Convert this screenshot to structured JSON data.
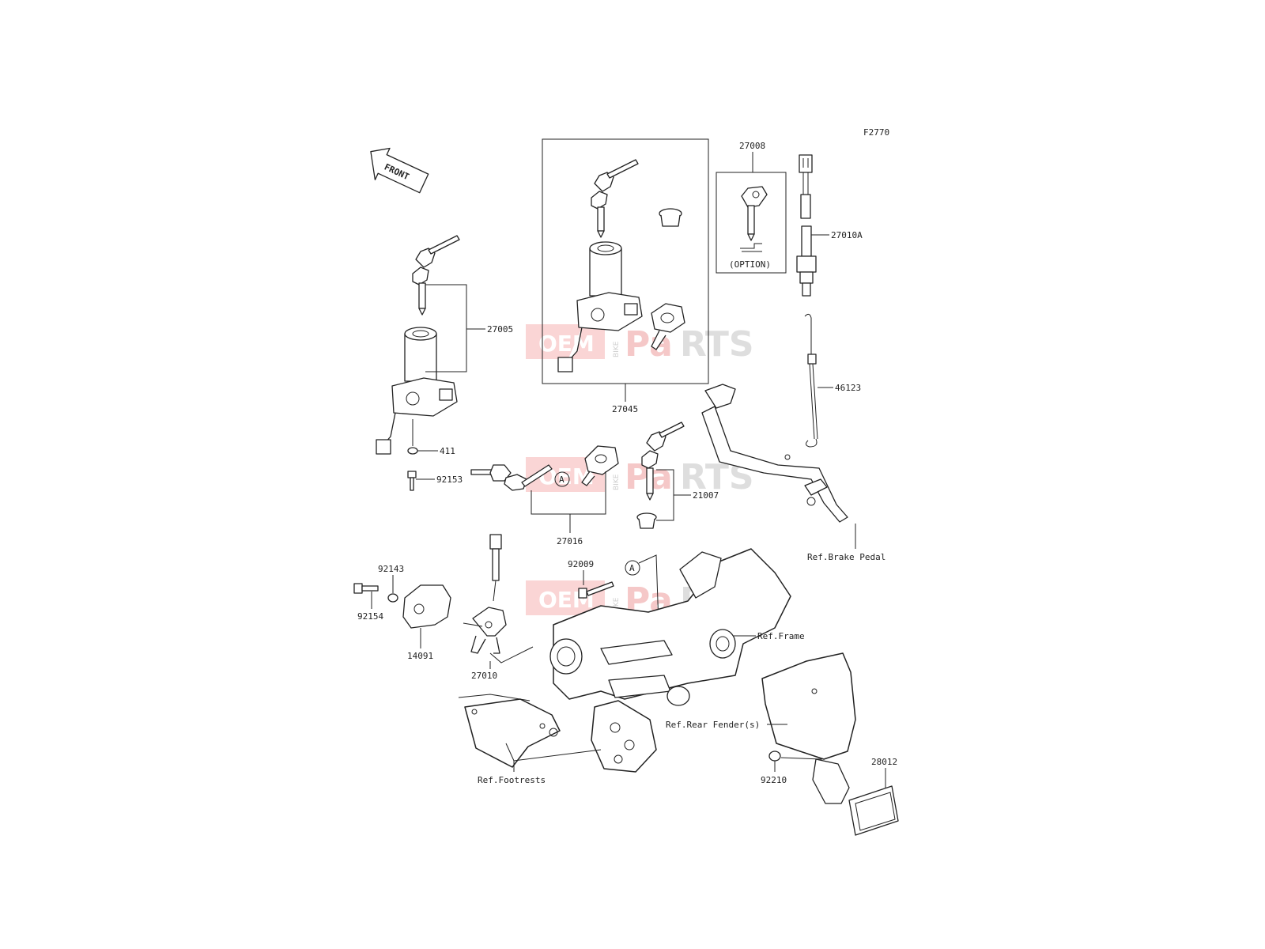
{
  "diagram": {
    "code": "F2770",
    "front_label": "FRONT",
    "option_label": "(OPTION)",
    "callout_letter": "A",
    "watermark": {
      "oem": "OEM",
      "bike": "BIKE",
      "pa": "Pa",
      "rts": "RTS"
    },
    "parts": {
      "p27005": "27005",
      "p27045": "27045",
      "p27008": "27008",
      "p27010A": "27010A",
      "p46123": "46123",
      "p411": "411",
      "p92153": "92153",
      "p27016": "27016",
      "p21007": "21007",
      "p92143": "92143",
      "p92154": "92154",
      "p14091": "14091",
      "p27010": "27010",
      "p92009": "92009",
      "p92210": "92210",
      "p28012": "28012"
    },
    "refs": {
      "brake_pedal": "Ref.Brake Pedal",
      "frame": "Ref.Frame",
      "rear_fender": "Ref.Rear Fender(s)",
      "footrests": "Ref.Footrests"
    }
  }
}
